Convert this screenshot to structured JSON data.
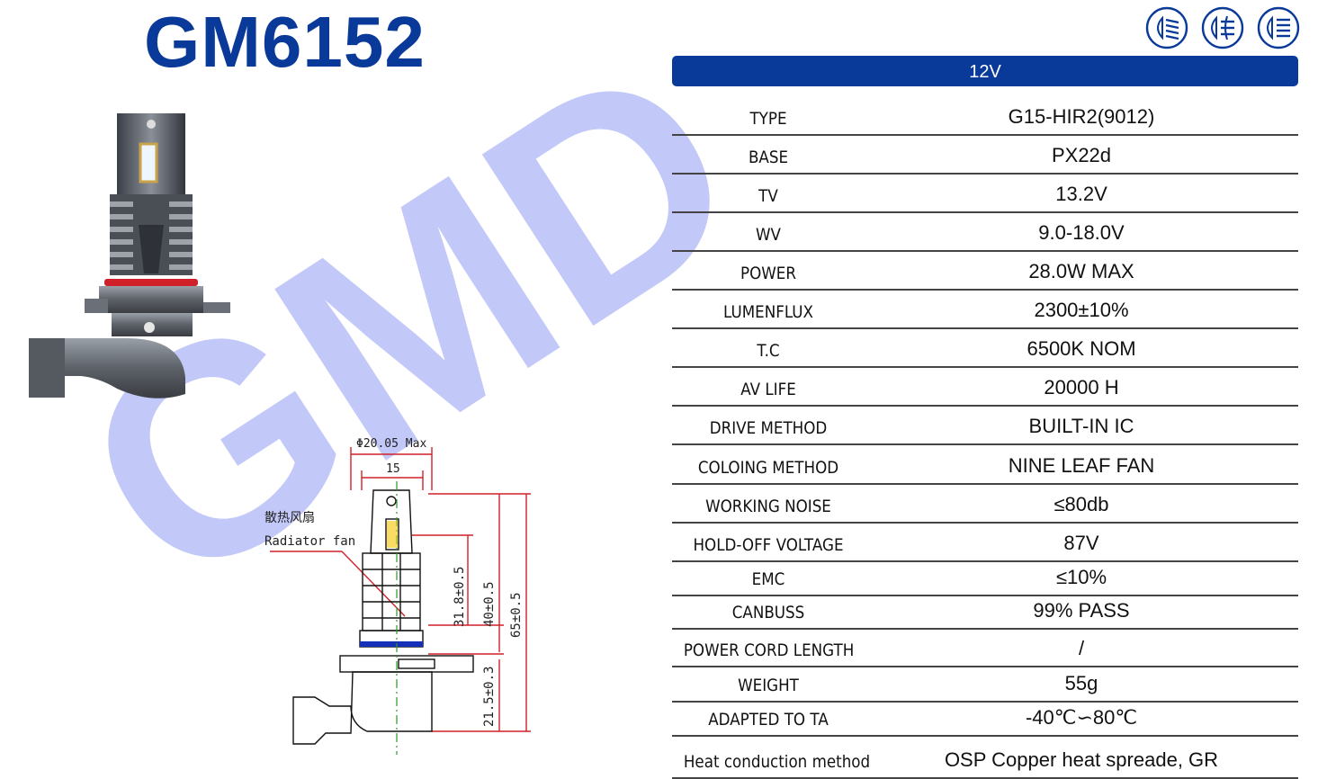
{
  "product": {
    "model": "GM6152",
    "watermark": "GMD"
  },
  "header": {
    "voltage": "12V"
  },
  "icons": [
    "low-beam-icon",
    "fog-light-icon",
    "high-beam-icon"
  ],
  "colors": {
    "brand_blue": "#0a3a99",
    "watermark_blue": "#b8bff7",
    "drawing_red": "#d0202a"
  },
  "drawing": {
    "diameter_label": "Φ20.05 Max",
    "width_label": "15",
    "fan_label_cn": "散热风扇",
    "fan_label_en": "Radiator fan",
    "dim_31_8": "31.8±0.5",
    "dim_40": "40±0.5",
    "dim_65": "65±0.5",
    "dim_21_5": "21.5±0.3"
  },
  "specs": [
    {
      "label": "TYPE",
      "value": "G15-HIR2(9012)"
    },
    {
      "label": "BASE",
      "value": "PX22d"
    },
    {
      "label": "TV",
      "value": "13.2V"
    },
    {
      "label": "WV",
      "value": "9.0-18.0V"
    },
    {
      "label": "POWER",
      "value": "28.0W MAX"
    },
    {
      "label": "LUMENFLUX",
      "value": "2300±10%"
    },
    {
      "label": "T.C",
      "value": "6500K  NOM"
    },
    {
      "label": "AV LIFE",
      "value": "20000 H"
    },
    {
      "label": "DRIVE METHOD",
      "value": "BUILT-IN IC"
    },
    {
      "label": "COLOING METHOD",
      "value": "NINE LEAF FAN"
    },
    {
      "label": "WORKING NOISE",
      "value": "≤80db"
    },
    {
      "label": "HOLD-OFF VOLTAGE",
      "value": "87V"
    },
    {
      "label": "EMC",
      "value": "≤10%"
    },
    {
      "label": "CANBUSS",
      "value": "99% PASS"
    },
    {
      "label": "POWER CORD LENGTH",
      "value": "/"
    },
    {
      "label": "WEIGHT",
      "value": "55g"
    },
    {
      "label": "ADAPTED TO TA",
      "value": "-40℃∽80℃"
    },
    {
      "label": "Heat conduction method",
      "value": "OSP Copper heat spreade, GR"
    }
  ]
}
